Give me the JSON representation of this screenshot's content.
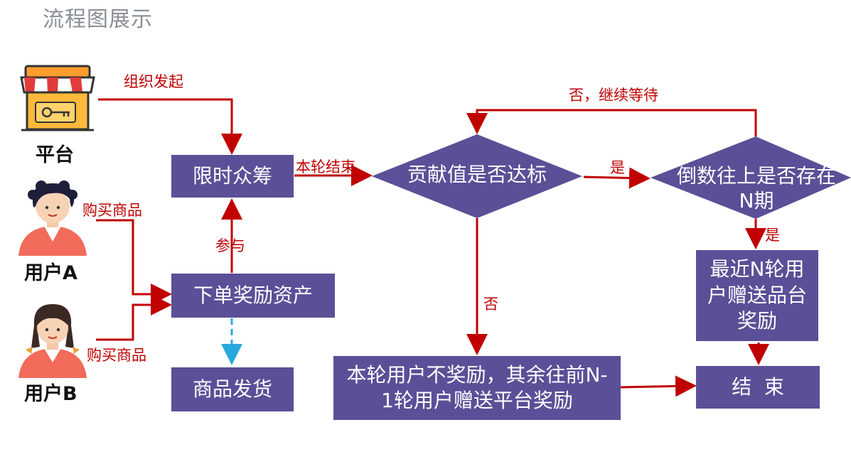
{
  "page_title": "流程图展示",
  "actors": {
    "platform": "平台",
    "user_a": "用户A",
    "user_b": "用户B"
  },
  "nodes": {
    "crowdfund": "限时众筹",
    "order_reward": "下单奖励资产",
    "ship": "商品发货",
    "contribution_check": "贡献值是否达标",
    "countdown_check": "倒数往上是否存在N期",
    "recent_reward": "最近N轮用户赠送品台奖励",
    "no_reward": "本轮用户不奖励，其余往前N-1轮用户赠送平台奖励",
    "end": "结  束"
  },
  "edge_labels": {
    "organize": "组织发起",
    "buy_a": "购买商品",
    "buy_b": "购买商品",
    "participate": "参与",
    "round_end": "本轮结束",
    "yes1": "是",
    "no_wait": "否，继续等待",
    "yes2": "是",
    "no": "否"
  },
  "colors": {
    "box": "#5b4f97",
    "arrow": "#c00000",
    "dashed": "#29a8e0"
  }
}
